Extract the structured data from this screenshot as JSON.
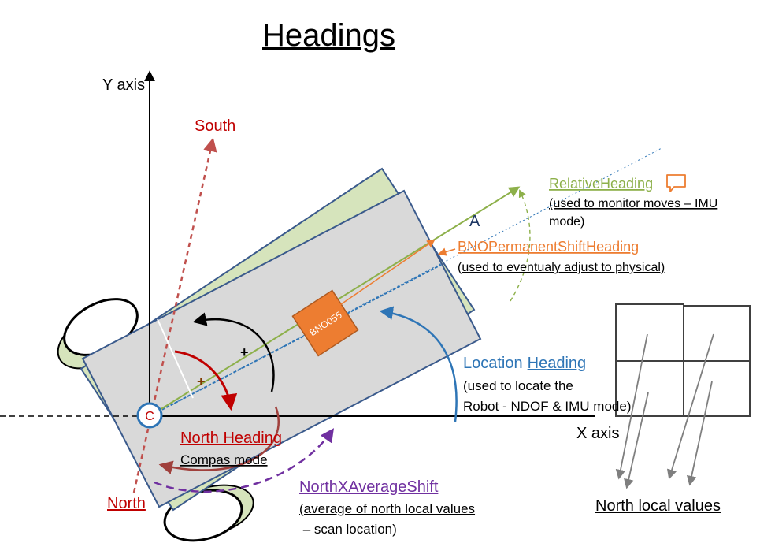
{
  "title": "Headings",
  "axes": {
    "y_label": "Y axis",
    "x_label": "X axis"
  },
  "point_a": "A",
  "robot_center": "C",
  "sensor_label": "BNO055",
  "plus_signs": [
    "+",
    "+"
  ],
  "directions": {
    "south": "South",
    "north": "North"
  },
  "headings": {
    "relative": {
      "name": "RelativeHeading",
      "desc1": "(used to monitor moves – IMU",
      "desc2": "mode)"
    },
    "bno_shift": {
      "name": "BNOPermanentShiftHeading",
      "desc1": "(used to eventualy adjust to physical)"
    },
    "location": {
      "name1": "Location",
      "name2": "Heading",
      "desc1": "(used to locate the",
      "desc2": "Robot - NDOF & IMU mode)"
    },
    "north": {
      "name": "North Heading",
      "desc1": "Compas mode"
    },
    "north_x_avg": {
      "name": "NorthXAverageShift",
      "desc1": "(average of north local values",
      "desc2": " – scan location)"
    }
  },
  "north_local_values": "North local values",
  "colors": {
    "relative": "#8db04a",
    "bno": "#ed7d31",
    "location": "#2e75b6",
    "north": "#c00000",
    "south": "#c0504d",
    "avg": "#7030a0",
    "robot_border": "#3a5a8c",
    "robot_fill": "#d9d9d9",
    "robot_shadow": "#d6e4bc"
  },
  "icons": {
    "comment": "comment-icon"
  }
}
